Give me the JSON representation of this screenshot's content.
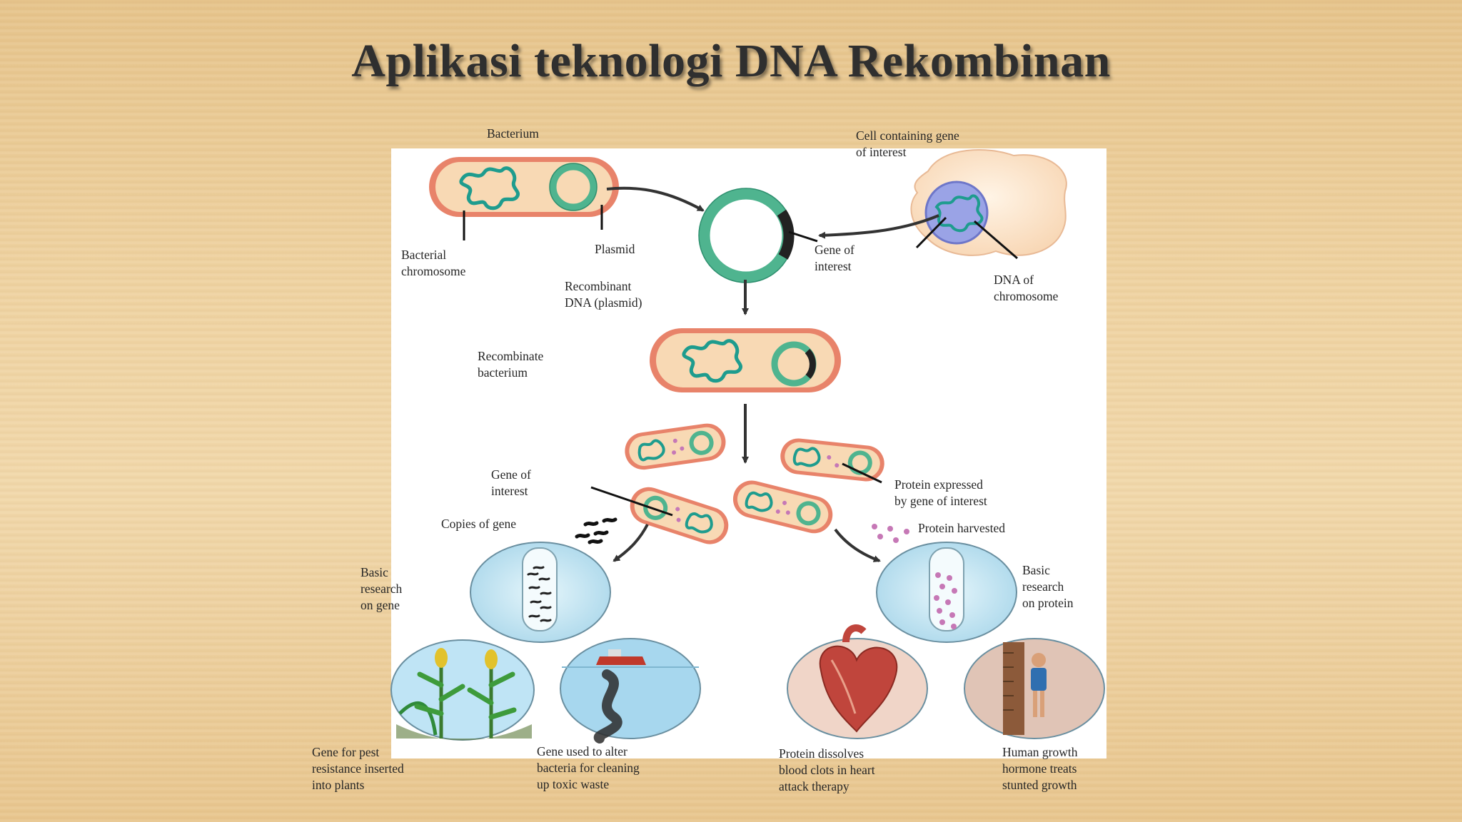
{
  "title": "Aplikasi teknologi DNA Rekombinan",
  "labels": {
    "bacterium": "Bacterium",
    "cell_gene": "Cell containing gene\nof interest",
    "bacterial_chromosome": "Bacterial\nchromosome",
    "plasmid": "Plasmid",
    "gene_of_interest_top": "Gene of\ninterest",
    "dna_chromosome": "DNA of\nchromosome",
    "recombinant_dna": "Recombinant\nDNA (plasmid)",
    "recombinate_bacterium": "Recombinate\nbacterium",
    "gene_of_interest_mid": "Gene of\ninterest",
    "protein_expressed": "Protein expressed\nby gene of interest",
    "copies_of_gene": "Copies of gene",
    "protein_harvested": "Protein harvested",
    "basic_research_gene": "Basic\nresearch\non gene",
    "basic_research_protein": "Basic\nresearch\non protein",
    "pest_resistance": "Gene for pest\nresistance inserted\ninto plants",
    "toxic_waste": "Gene used to alter\nbacteria for cleaning\nup toxic waste",
    "blood_clots": "Protein dissolves\nblood clots in heart\nattack therapy",
    "growth_hormone": "Human growth\nhormone treats\nstunted growth"
  },
  "colors": {
    "cell_wall": "#e8836a",
    "cytoplasm": "#f8d9b4",
    "dna": "#1e9c8e",
    "plasmid": "#4fb48f",
    "gene": "#222222",
    "protein": "#c678b6",
    "circle_bg": "#bfe2f1",
    "circle_border": "#6a8fa0"
  }
}
